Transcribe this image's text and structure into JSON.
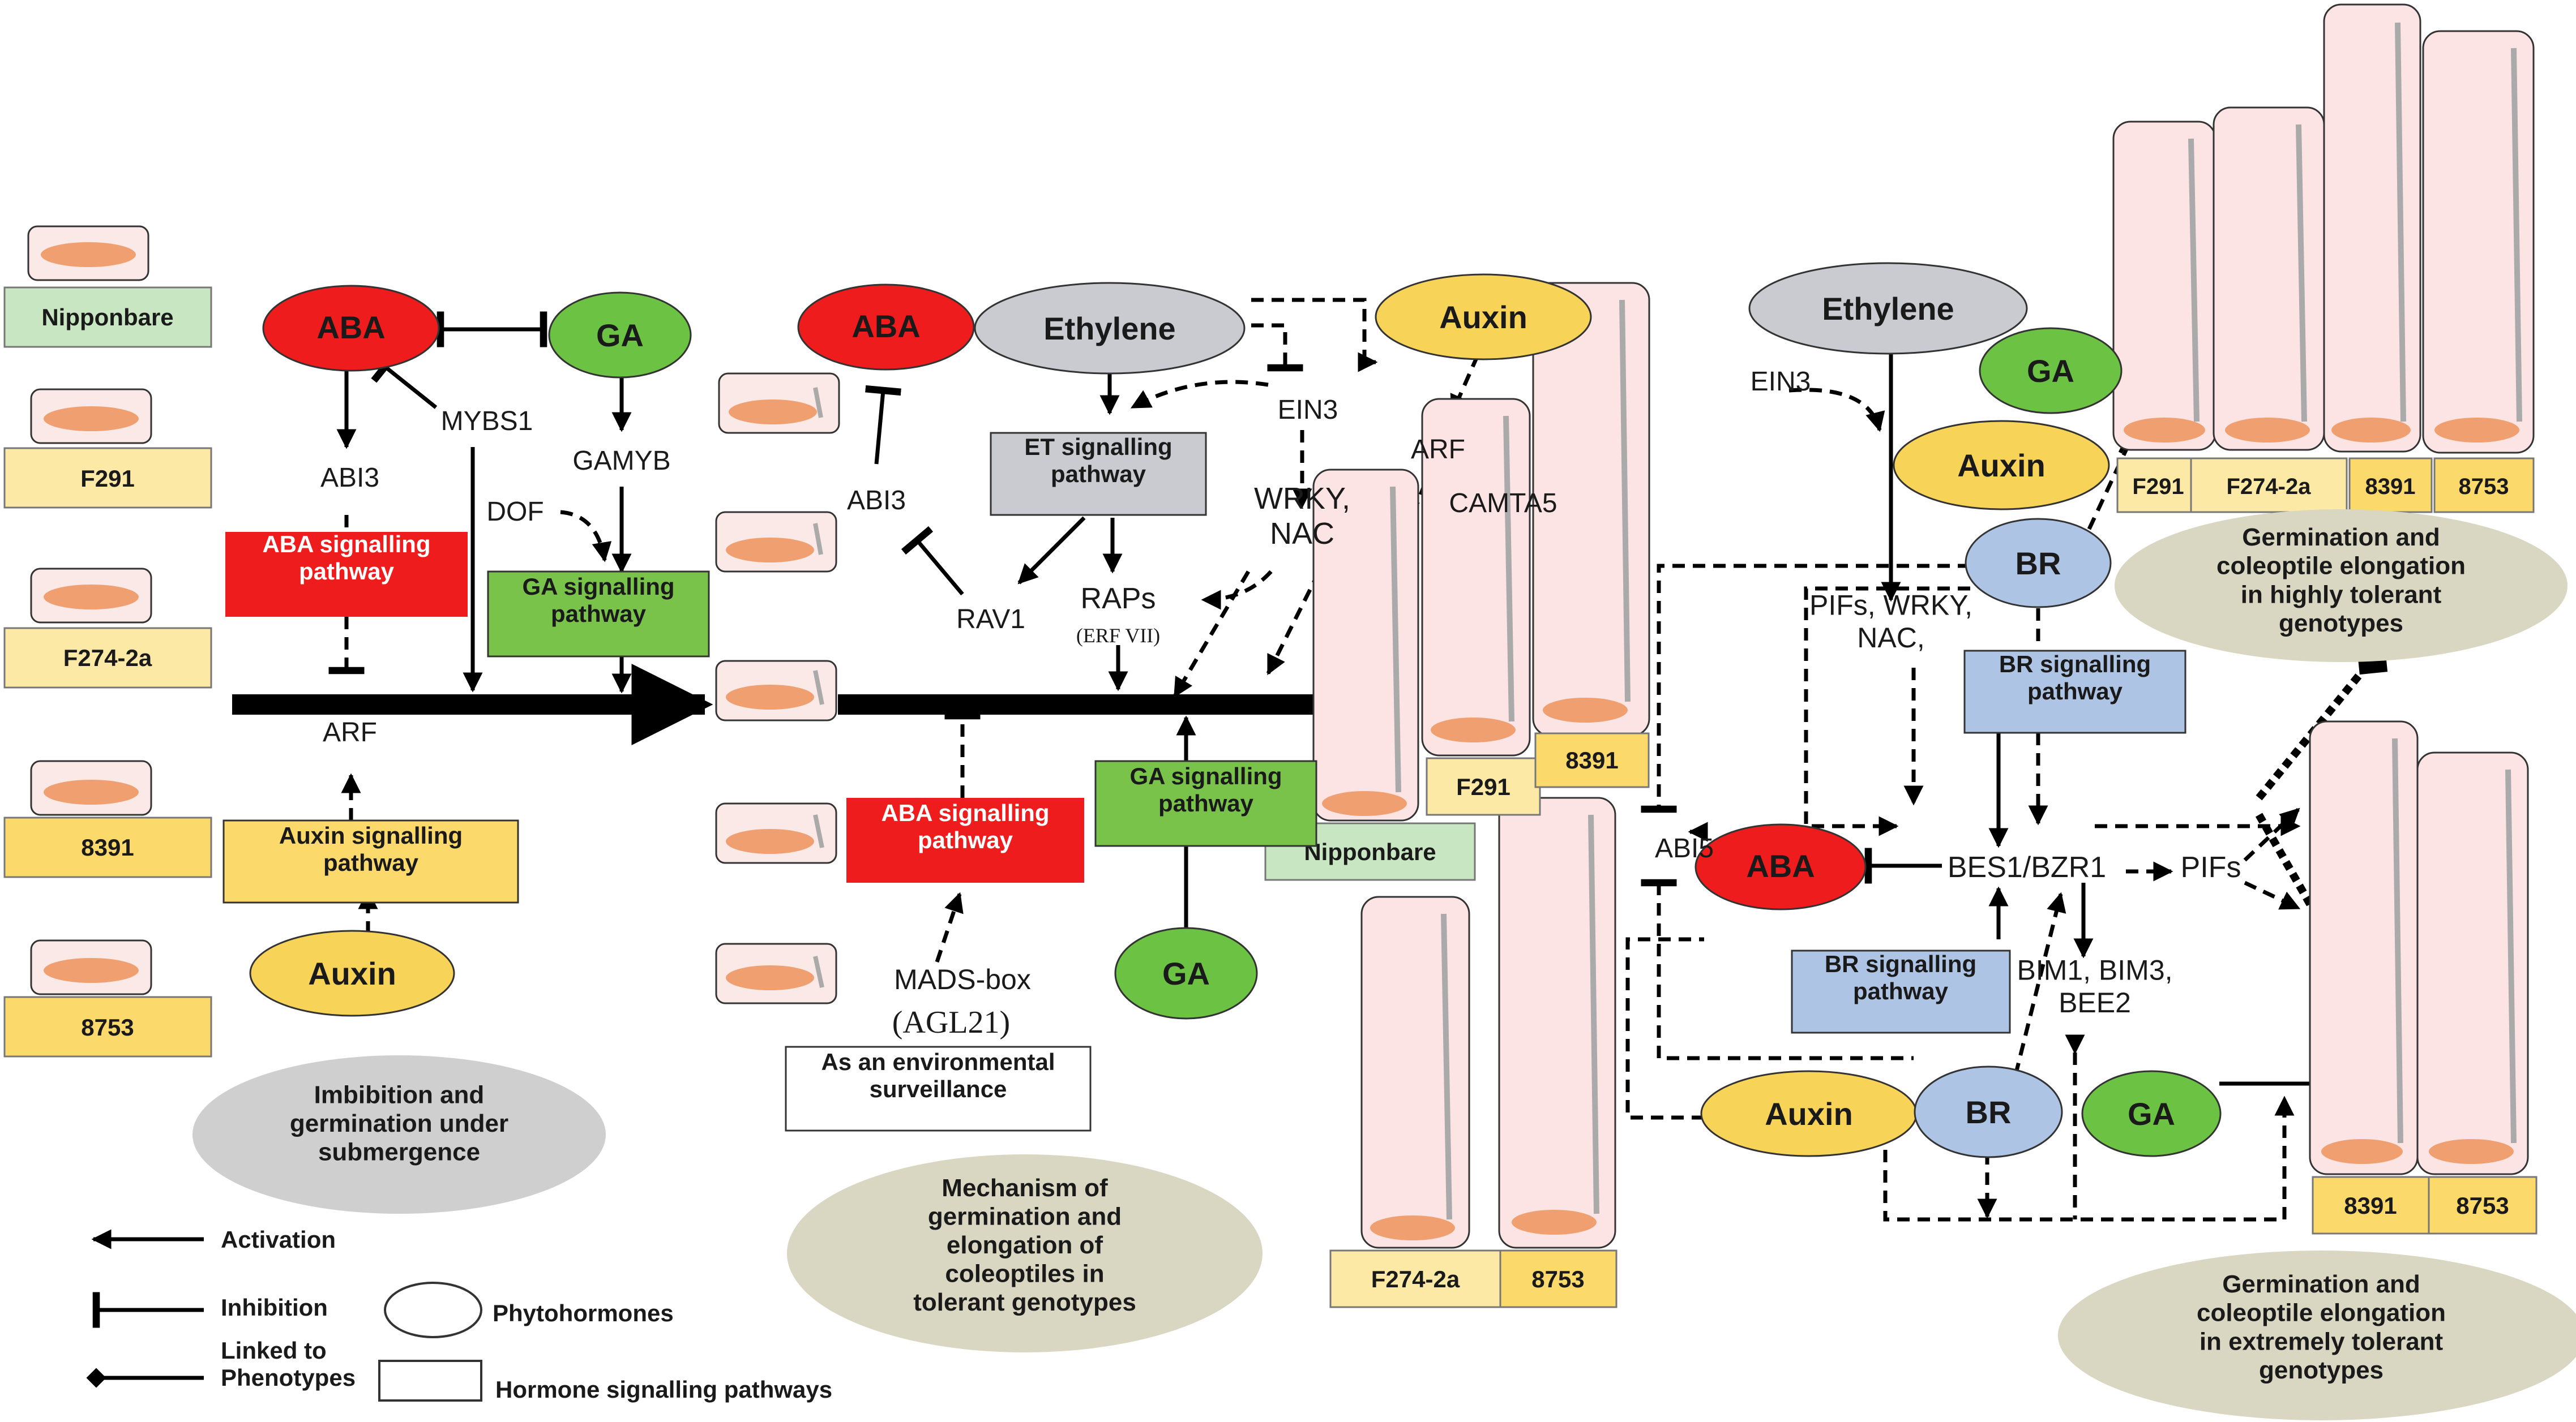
{
  "hormones": {
    "aba": "ABA",
    "ga": "GA",
    "ethylene": "Ethylene",
    "auxin": "Auxin",
    "br": "BR"
  },
  "pathways": {
    "aba": "ABA signalling pathway",
    "ga": "GA signalling pathway",
    "auxin": "Auxin signalling pathway",
    "et": "ET signalling pathway",
    "br": "BR signalling pathway",
    "environment": "As an environmental surveillance"
  },
  "genes": {
    "abi3": "ABI3",
    "arf": "ARF",
    "mybs1": "MYBS1",
    "gamyb": "GAMYB",
    "dof": "DOF",
    "ein3": "EIN3",
    "wrky_nac": "WRKY, NAC",
    "raps": "RAPs",
    "erf_vii": "(ERF VII)",
    "rav1": "RAV1",
    "camta5": "CAMTA5",
    "mads_box": "MADS-box",
    "agl21": "(AGL21)",
    "abi5": "ABI5",
    "pifs_wrky_nac": "PIFs, WRKY, NAC,",
    "bes1_bzr1": "BES1/BZR1",
    "pifs": "PIFs",
    "bim_bee": "BIM1, BIM3, BEE2"
  },
  "genotypes": {
    "nipponbare": "Nipponbare",
    "f291": "F291",
    "f274_2a": "F274-2a",
    "g8391": "8391",
    "g8753": "8753"
  },
  "stages": {
    "imbibition": "Imbibition and germination under submergence",
    "tolerant": "Mechanism of germination and elongation of coleoptiles in tolerant genotypes",
    "highly_tolerant": "Germination and coleoptile elongation in highly tolerant genotypes",
    "extremely_tolerant": "Germination and coleoptile elongation in extremely tolerant genotypes"
  },
  "legend": {
    "activation": "Activation",
    "inhibition": "Inhibition",
    "linked": "Linked to Phenotypes",
    "phytohormones": "Phytohormones",
    "pathways": "Hormone signalling pathways"
  },
  "colors": {
    "aba_red": "#ee1c1c",
    "ga_green": "#6cc242",
    "auxin_yellow": "#f7d358",
    "ethylene_grey": "#c9cbd1",
    "br_blue": "#aec4e4",
    "ga_pathway_green": "#79c34a",
    "stage_ellipse": "#d9d6c1",
    "grey_ellipse": "#cfcfcf",
    "nipponbare_fill": "#c8e6c2",
    "genotype_fill": "#fbd96a",
    "coleoptile_fill": "#fde4e4",
    "seed_orange": "#f0a070"
  }
}
